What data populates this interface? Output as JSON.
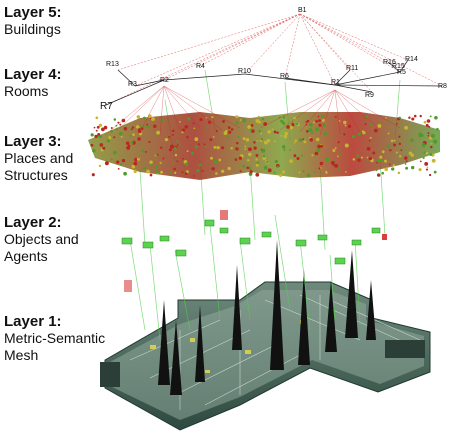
{
  "layers": [
    {
      "title": "Layer 5:",
      "subtitle": [
        "Buildings"
      ]
    },
    {
      "title": "Layer 4:",
      "subtitle": [
        "Rooms"
      ]
    },
    {
      "title": "Layer 3:",
      "subtitle": [
        "Places and",
        "Structures"
      ]
    },
    {
      "title": "Layer 2:",
      "subtitle": [
        "Objects and",
        "Agents"
      ]
    },
    {
      "title": "Layer 1:",
      "subtitle": [
        "Metric-Semantic",
        "Mesh"
      ]
    }
  ],
  "building_node": "B1",
  "room_nodes": {
    "r1": "R1",
    "r2": "R2",
    "r3": "R3",
    "r5": "R5",
    "r6": "R6",
    "r7": "R7",
    "r8": "R8",
    "r9": "R9",
    "r10": "R10",
    "r11": "R11",
    "r13": "R13",
    "r14": "R14",
    "r15": "R15",
    "r16": "R16",
    "r4": "R4"
  },
  "colors": {
    "building_edges": "#e06060",
    "room_edges": "#222222",
    "place_red": "#b8281e",
    "place_green": "#4e9a2a",
    "place_yellow": "#c7b52c",
    "object_green": "#4fd14a",
    "mesh_dark": "#3f5a50",
    "agent_black": "#111111"
  }
}
